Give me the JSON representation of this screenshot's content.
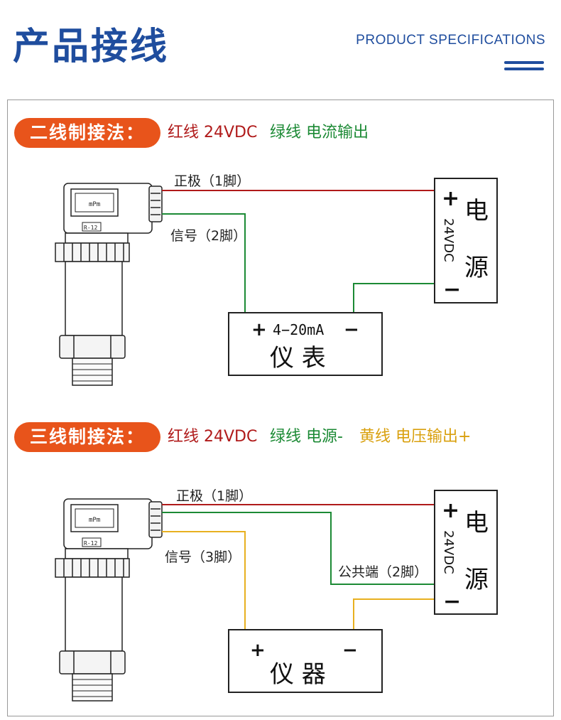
{
  "header": {
    "title": "产品接线",
    "subtitle": "PRODUCT SPECIFICATIONS"
  },
  "two_wire": {
    "method_label": "二线制接法：",
    "desc_red": "红线 24VDC",
    "desc_green": "绿线 电流输出",
    "wire_pos_label": "正极（1脚）",
    "wire_sig_label": "信号（2脚）",
    "power_plus": "+",
    "power_minus": "−",
    "power_voltage": "24VDC",
    "power_char_1": "电",
    "power_char_2": "源",
    "meter_plus": "+",
    "meter_minus": "−",
    "meter_range": "4−20mA",
    "meter_name": "仪 表",
    "sensor_model": "mPm",
    "sensor_code": "R-12"
  },
  "three_wire": {
    "method_label": "三线制接法：",
    "desc_red": "红线 24VDC",
    "desc_green": "绿线 电源-",
    "desc_yellow": "黄线 电压输出+",
    "wire_pos_label": "正极（1脚）",
    "wire_sig_label": "信号（3脚）",
    "wire_common_label": "公共端（2脚）",
    "power_plus": "+",
    "power_minus": "−",
    "power_voltage": "24VDC",
    "power_char_1": "电",
    "power_char_2": "源",
    "meter_plus": "+",
    "meter_minus": "−",
    "meter_name": "仪 器",
    "sensor_model": "mPm",
    "sensor_code": "R-12"
  },
  "colors": {
    "brand_blue": "#1f4d9e",
    "pill_orange": "#e8541b",
    "wire_red": "#b01a1a",
    "wire_green": "#1c8a35",
    "wire_yellow": "#e8b020"
  }
}
